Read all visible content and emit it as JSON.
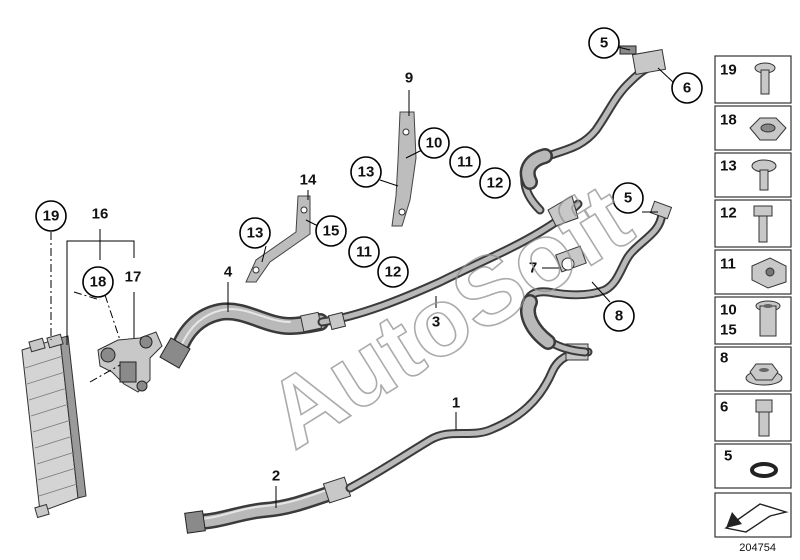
{
  "callouts": {
    "c1": "1",
    "c2": "2",
    "c3": "3",
    "c4": "4",
    "c5a": "5",
    "c5b": "5",
    "c6": "6",
    "c7": "7",
    "c8": "8",
    "c9": "9",
    "c10": "10",
    "c11a": "11",
    "c11b": "11",
    "c12a": "12",
    "c12b": "12",
    "c13a": "13",
    "c13b": "13",
    "c14": "14",
    "c15": "15",
    "c16": "16",
    "c17": "17",
    "c18": "18",
    "c19": "19"
  },
  "side_panel": {
    "items": [
      {
        "label": "19",
        "icon": "torx-screw-icon"
      },
      {
        "label": "18",
        "icon": "hex-nut-icon"
      },
      {
        "label": "13",
        "icon": "torx-pan-screw-icon"
      },
      {
        "label": "12",
        "icon": "hex-bolt-icon"
      },
      {
        "label": "11",
        "icon": "hose-clip-icon"
      },
      {
        "label": "10",
        "label2": "15",
        "icon": "rivet-nut-icon"
      },
      {
        "label": "8",
        "icon": "flange-nut-icon"
      },
      {
        "label": "6",
        "icon": "bolt-icon"
      },
      {
        "label": "5",
        "icon": "o-ring-icon"
      }
    ],
    "arrow_icon": "direction-arrow-icon"
  },
  "watermark": "AutoSoft",
  "reference_number": "204754",
  "colors": {
    "line": "#000000",
    "hose": "#3a3a3a",
    "metal": "#c8c8c8",
    "watermark": "#8f8f8f"
  }
}
